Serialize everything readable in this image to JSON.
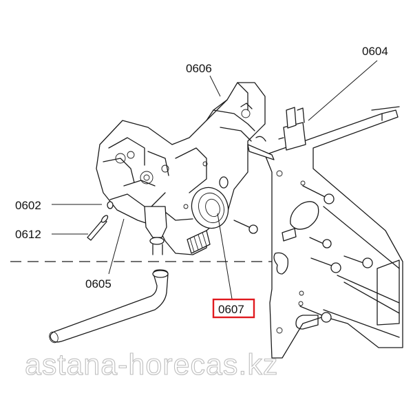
{
  "diagram": {
    "callouts": [
      {
        "id": "0604",
        "text": "0604"
      },
      {
        "id": "0606",
        "text": "0606"
      },
      {
        "id": "0602",
        "text": "0602"
      },
      {
        "id": "0612",
        "text": "0612"
      },
      {
        "id": "0605",
        "text": "0605"
      },
      {
        "id": "0607",
        "text": "0607",
        "highlighted": true
      }
    ],
    "highlight_color": "#e0191e"
  },
  "watermark": {
    "text": "astana-horecas.kz"
  }
}
